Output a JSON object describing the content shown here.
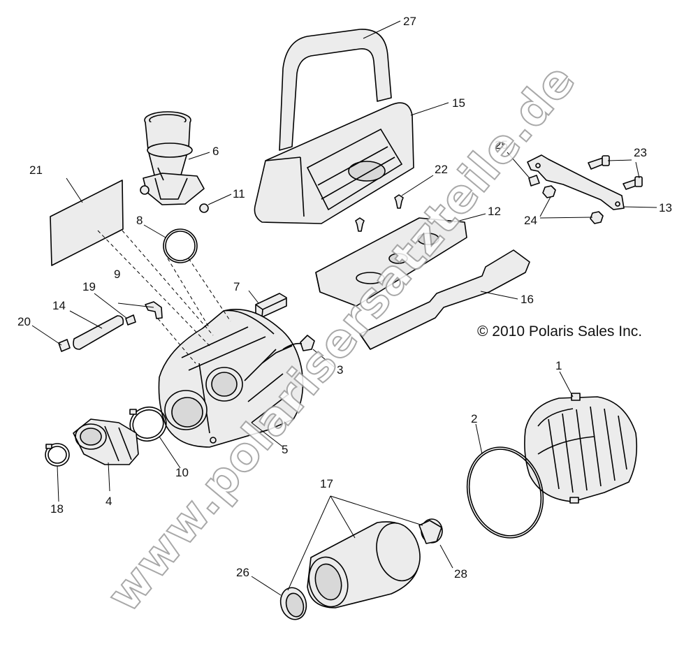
{
  "copyright": "© 2010 Polaris Sales Inc.",
  "watermark": "www.polarisersatzteile.de",
  "callouts": {
    "c1": "1",
    "c2": "2",
    "c3": "3",
    "c4": "4",
    "c5": "5",
    "c6": "6",
    "c7": "7",
    "c8": "8",
    "c9": "9",
    "c10": "10",
    "c11": "11",
    "c12": "12",
    "c13": "13",
    "c14": "14",
    "c15": "15",
    "c16": "16",
    "c17": "17",
    "c18": "18",
    "c19": "19",
    "c20": "20",
    "c21": "21",
    "c22": "22",
    "c23": "23",
    "c24": "24",
    "c25": "25",
    "c26": "26",
    "c27": "27",
    "c28": "28"
  }
}
